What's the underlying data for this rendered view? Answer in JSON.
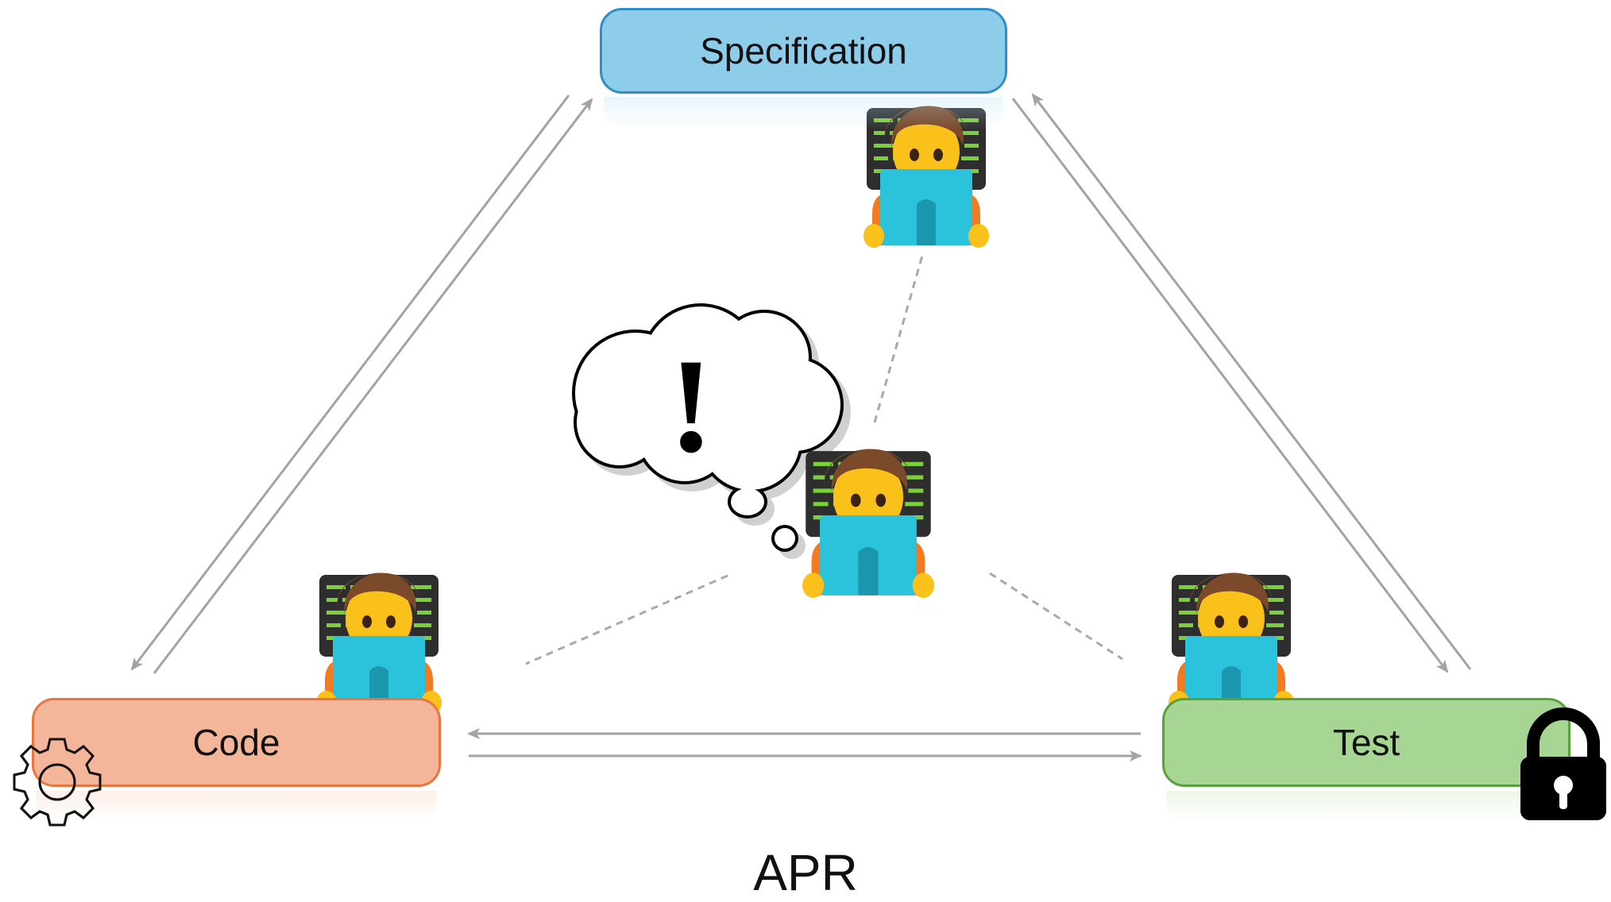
{
  "nodes": {
    "specification": "Specification",
    "code": "Code",
    "test": "Test"
  },
  "thought": "!",
  "caption": "APR",
  "icons": [
    "developer-icon",
    "thought-cloud-icon",
    "gear-icon",
    "lock-icon"
  ],
  "colors": {
    "spec_fill": "#8dcde9",
    "spec_border": "#2f8fc4",
    "code_fill": "#f4b69a",
    "code_border": "#e8763f",
    "test_fill": "#a7d694",
    "test_border": "#5aa13e",
    "arrow": "#a3a3a3",
    "dotted": "#a9a9a9"
  }
}
